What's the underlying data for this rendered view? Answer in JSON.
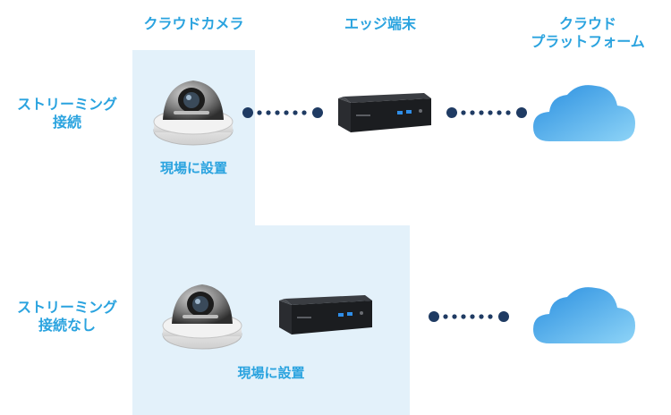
{
  "headers": {
    "cloud_camera": "クラウドカメラ",
    "edge_device": "エッジ端末",
    "cloud_platform_line1": "クラウド",
    "cloud_platform_line2": "プラットフォーム"
  },
  "rows": [
    {
      "label_line1": "ストリーミング",
      "label_line2": "接続",
      "place_label": "現場に設置"
    },
    {
      "label_line1": "ストリーミング",
      "label_line2": "接続なし",
      "place_label": "現場に設置"
    }
  ],
  "colors": {
    "accent_text": "#2aa3df",
    "region_bg": "#e3f1fa",
    "connector": "#1f3b63",
    "cloud_top": "#2a8fe0",
    "cloud_bottom": "#8ed4f7"
  },
  "icons": {
    "camera": "dome-camera-icon",
    "edge": "mini-pc-icon",
    "cloud": "cloud-icon"
  }
}
